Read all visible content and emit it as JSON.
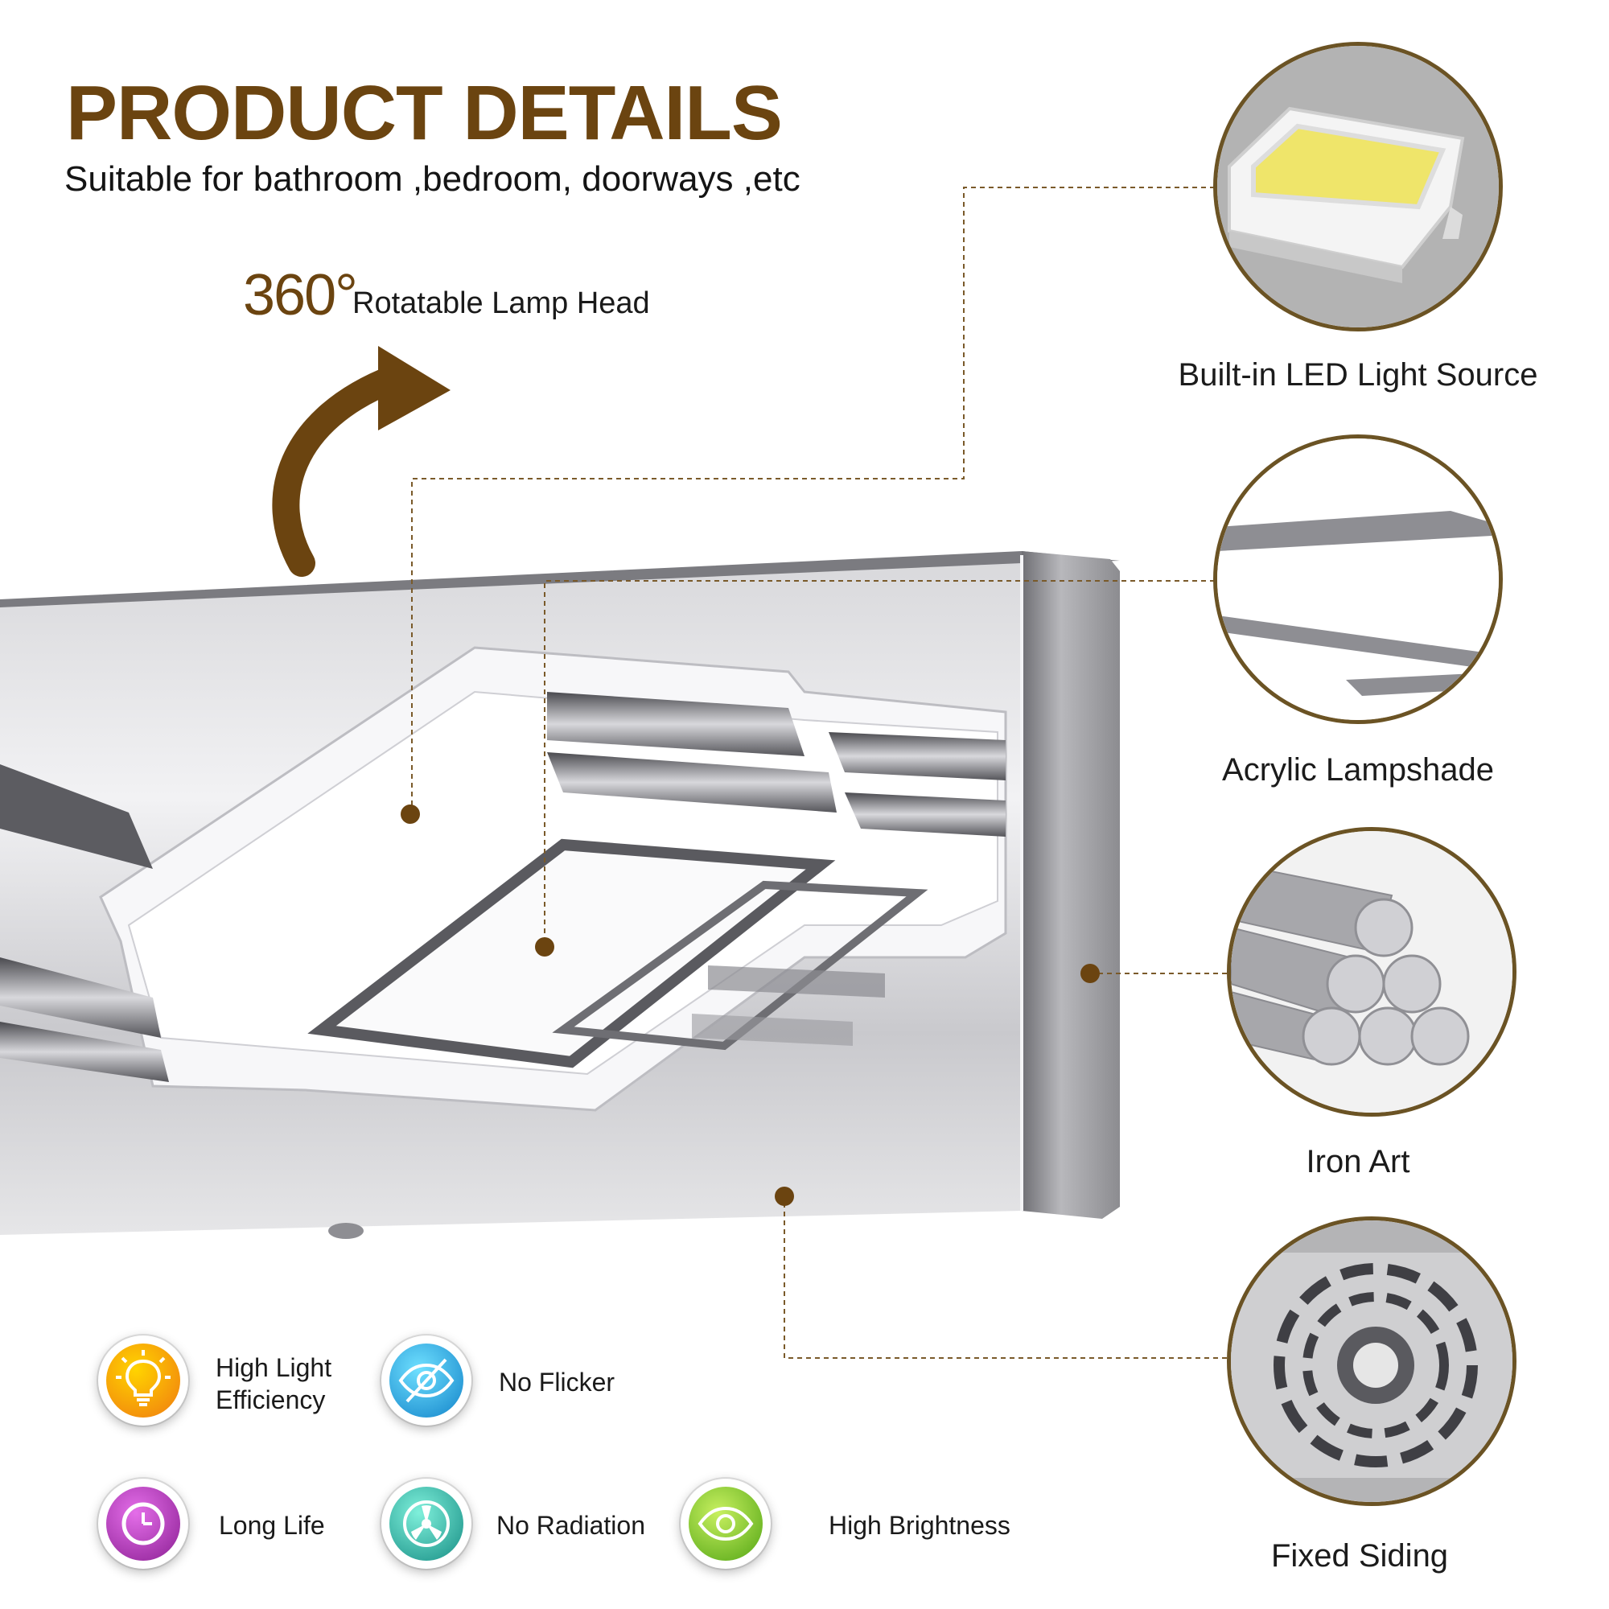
{
  "header": {
    "title": "PRODUCT DETAILS",
    "subtitle": "Suitable for bathroom ,bedroom, doorways ,etc"
  },
  "rotation": {
    "degree": "360°",
    "label": "Rotatable Lamp Head"
  },
  "callouts": [
    {
      "label": "Built-in LED Light Source",
      "icon": "led-chip-icon"
    },
    {
      "label": "Acrylic Lampshade",
      "icon": "acrylic-shade-icon"
    },
    {
      "label": "Iron Art",
      "icon": "metal-rods-icon"
    },
    {
      "label": "Fixed Siding",
      "icon": "mounting-plate-icon"
    }
  ],
  "features": [
    {
      "label_line1": "High Light",
      "label_line2": "Efficiency",
      "icon": "lightbulb-icon",
      "color": "#f7941d"
    },
    {
      "label_line1": "No Flicker",
      "icon": "eye-crossed-icon",
      "color": "#1aa3d9"
    },
    {
      "label_line1": "Long Life",
      "icon": "clock-icon",
      "color": "#a12ca6"
    },
    {
      "label_line1": "No Radiation",
      "icon": "radiation-icon",
      "color": "#1fa89b"
    },
    {
      "label_line1": "High Brightness",
      "icon": "eye-icon",
      "color": "#7bc62a"
    }
  ],
  "colors": {
    "accent_brown": "#6b4410",
    "leader_line": "#7a5a2a",
    "chrome_light": "#e8e8ea",
    "chrome_dark": "#8a8a8e"
  }
}
